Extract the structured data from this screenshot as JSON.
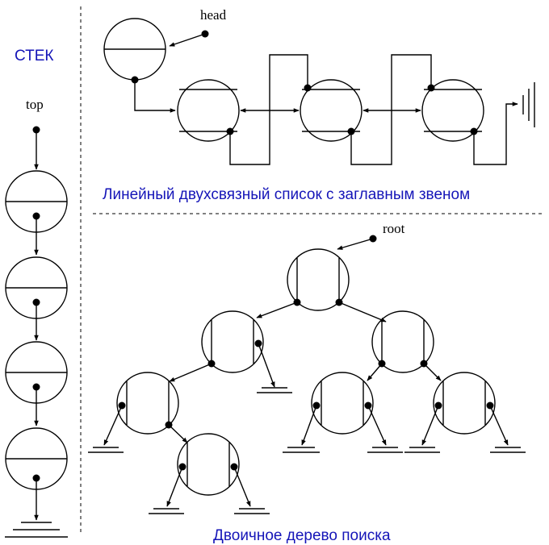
{
  "labels": {
    "stack_title": "СТЕК",
    "top": "top",
    "head": "head",
    "list_caption": "Линейный двухсвязный список с заглавным звеном",
    "root": "root",
    "tree_caption": "Двоичное дерево поиска"
  },
  "colors": {
    "caption": "#1515b8",
    "line": "#000000"
  }
}
